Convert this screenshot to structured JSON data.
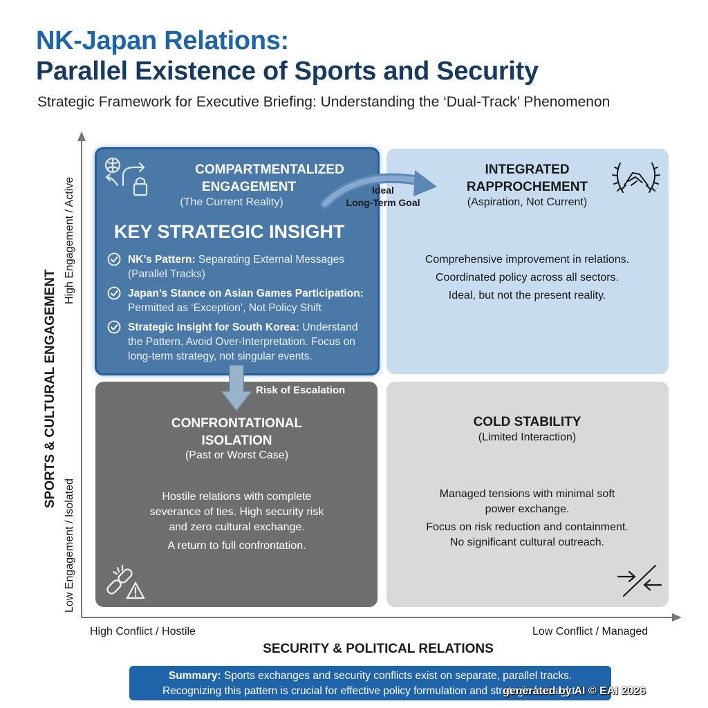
{
  "header": {
    "title_line1": "NK-Japan Relations:",
    "title_line2": "Parallel Existence of Sports and Security",
    "subtitle": "Strategic Framework for Executive Briefing: Understanding the ‘Dual-Track’ Phenomenon"
  },
  "axes": {
    "y_title": "SPORTS & CULTURAL ENGAGEMENT",
    "y_high": "High Engagement / Active",
    "y_low": "Low Engagement / Isolated",
    "x_title": "SECURITY & POLITICAL RELATIONS",
    "x_left": "High Conflict / Hostile",
    "x_right": "Low Conflict / Managed"
  },
  "quadrants": {
    "top_left": {
      "title_line1": "COMPARTMENTALIZED",
      "title_line2": "ENGAGEMENT",
      "subtitle": "(The Current Reality)",
      "insight_title": "KEY STRATEGIC INSIGHT",
      "items": [
        {
          "bold": "NK’s Pattern:",
          "text": " Separating External Messages (Parallel Tracks)"
        },
        {
          "bold": "Japan’s Stance on Asian Games Participation:",
          "text": " Permitted as ‘Exception’, Not Policy Shift"
        },
        {
          "bold": "Strategic Insight for South Korea:",
          "text": " Understand the Pattern, Avoid Over-Interpretation. Focus on long-term strategy, not singular events."
        }
      ]
    },
    "top_right": {
      "title_line1": "INTEGRATED",
      "title_line2": "RAPPROCHEMENT",
      "subtitle": "(Aspiration, Not Current)",
      "body": [
        "Comprehensive improvement in relations.",
        "Coordinated policy across all sectors.",
        "Ideal, but not the present reality."
      ]
    },
    "bottom_left": {
      "title_line1": "CONFRONTATIONAL",
      "title_line2": "ISOLATION",
      "subtitle": "(Past or Worst Case)",
      "body": [
        "Hostile relations with complete",
        "severance of ties. High security risk",
        "and zero cultural exchange."
      ],
      "body2": "A return to full confrontation."
    },
    "bottom_right": {
      "title": "COLD STABILITY",
      "subtitle": "(Limited Interaction)",
      "body": [
        "Managed tensions with minimal soft",
        "power exchange."
      ],
      "body2": [
        "Focus on risk reduction and containment.",
        "No significant cultural outreach."
      ]
    }
  },
  "arrows": {
    "ideal_line1": "Ideal",
    "ideal_line2": "Long-Term Goal",
    "risk": "Risk of Escalation"
  },
  "summary": {
    "bold": "Summary:",
    "line1": " Sports exchanges and security conflicts exist on separate, parallel tracks.",
    "line2": "Recognizing this pattern is crucial for effective policy formulation and strategic foresight."
  },
  "watermark": "generated by AI © EAI 2026",
  "colors": {
    "title_blue": "#1e64a8",
    "title_navy": "#173a5e",
    "current_quadrant": "#4a79a8",
    "aspiration_quadrant": "#c7dcee",
    "isolation_quadrant": "#6e6e6e",
    "cold_quadrant": "#d9d9d9",
    "summary_bar": "#1f63a8"
  },
  "icons": [
    "sports-paths-lock-icon",
    "handshake-laurel-icon",
    "broken-chain-warning-icon",
    "opposing-arrows-icon",
    "check-circle-icon"
  ]
}
